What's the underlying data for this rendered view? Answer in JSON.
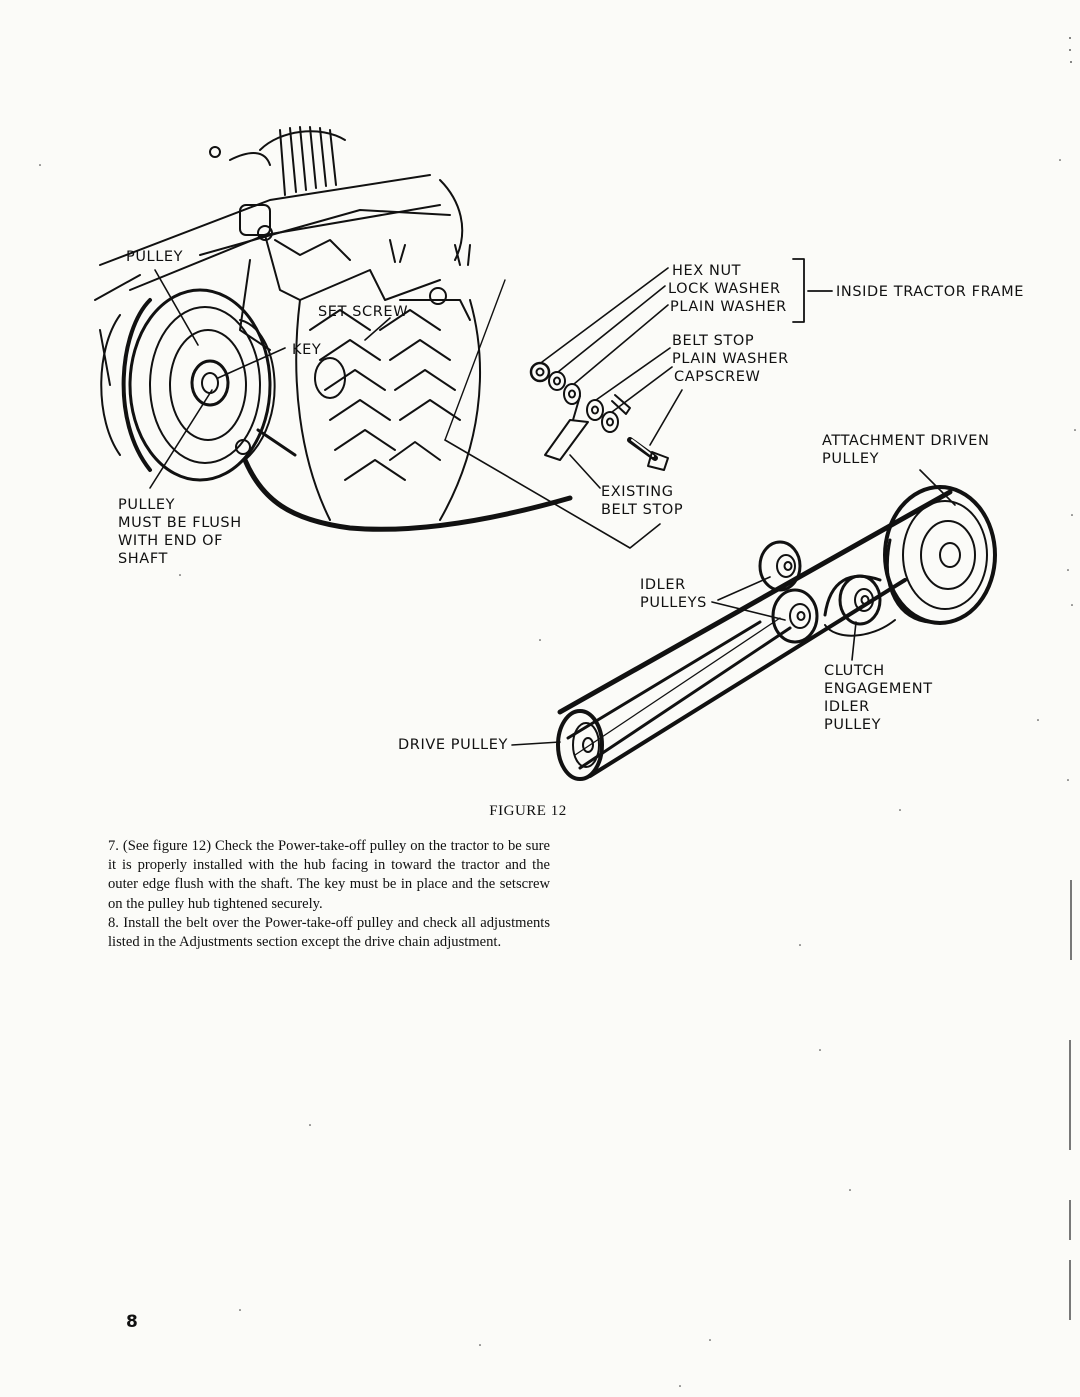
{
  "labels": {
    "pulley_top": "PULLEY",
    "set_screw": "SET SCREW",
    "key": "KEY",
    "pulley_must_line1": "PULLEY",
    "pulley_must_line2": "MUST BE FLUSH",
    "pulley_must_line3": "WITH END OF",
    "pulley_must_line4": "SHAFT",
    "hex_nut": "HEX NUT",
    "lock_washer": "LOCK WASHER",
    "plain_washer_1": "PLAIN WASHER",
    "inside_tractor_frame": "INSIDE TRACTOR FRAME",
    "belt_stop": "BELT STOP",
    "plain_washer_2": "PLAIN WASHER",
    "capscrew": "CAPSCREW",
    "attachment_driven_line1": "ATTACHMENT DRIVEN",
    "attachment_driven_line2": "PULLEY",
    "existing_line1": "EXISTING",
    "existing_line2": "BELT STOP",
    "idler_line1": "IDLER",
    "idler_line2": "PULLEYS",
    "clutch_line1": "CLUTCH",
    "clutch_line2": "ENGAGEMENT",
    "clutch_line3": "IDLER",
    "clutch_line4": "PULLEY",
    "drive_pulley": "DRIVE PULLEY"
  },
  "figure_caption": "FIGURE 12",
  "instructions": {
    "step7": "7. (See figure 12) Check the Power-take-off pulley on the tractor to be sure it is properly installed with the hub facing in toward the tractor and the outer edge flush with the shaft. The key must be in place and the setscrew on the pulley hub tightened securely.",
    "step8": "8. Install the belt over the Power-take-off pulley and check all adjustments listed in the Adjustments section except the drive chain adjustment."
  },
  "page_number": "8"
}
